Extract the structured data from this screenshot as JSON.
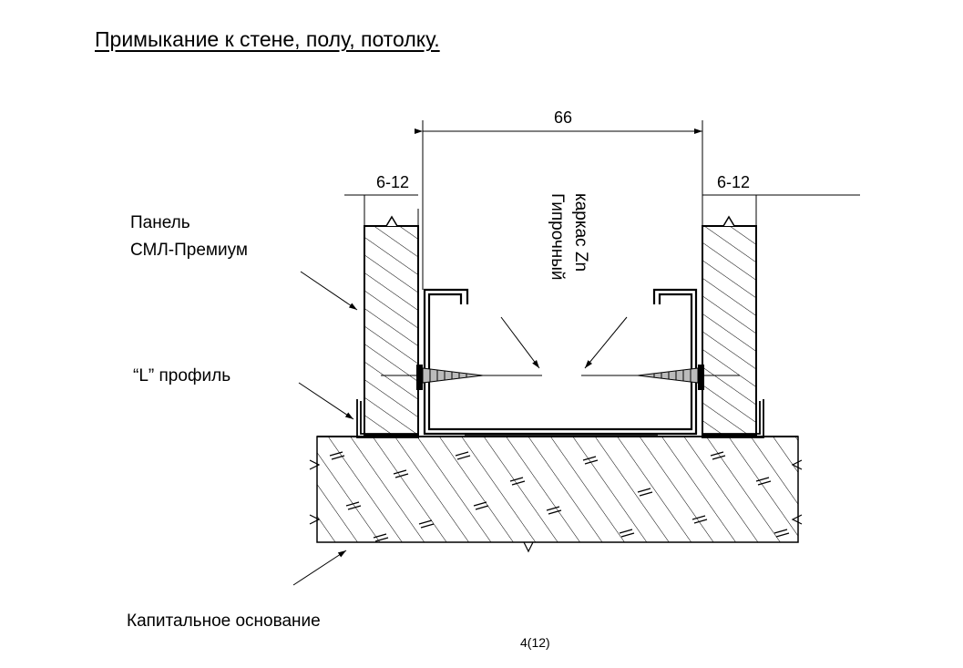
{
  "title": "Примыкание к стене, полу, потолку.",
  "dimensions": {
    "center": "66",
    "left": "6-12",
    "right": "6-12"
  },
  "labels": {
    "panel_line1": "Панель",
    "panel_line2": "СМЛ-Премиум",
    "l_profile": "“L” профиль",
    "frame_line1": "Гипрочный",
    "frame_line2": "каркас Zn",
    "base": "Капитальное основание"
  },
  "page_number": "4(12)"
}
